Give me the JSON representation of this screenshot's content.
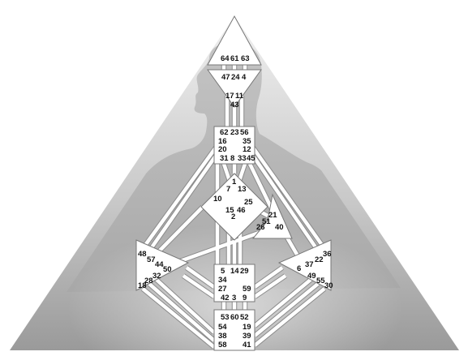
{
  "diagram": {
    "colors": {
      "background": "#ffffff",
      "pyramid_top": "#eeeeee",
      "pyramid_bottom": "#9a9a9a",
      "silhouette": "#b9b9b9",
      "center_fill": "#ffffff",
      "channel": "#ffffff"
    },
    "centers": [
      {
        "id": "head",
        "shape": "triangle-up",
        "gates": [
          "64",
          "61",
          "63"
        ]
      },
      {
        "id": "ajna",
        "shape": "triangle-down",
        "gates": [
          "47",
          "24",
          "4",
          "17",
          "11",
          "43"
        ]
      },
      {
        "id": "throat",
        "shape": "square",
        "gates": [
          "62",
          "23",
          "56",
          "16",
          "35",
          "20",
          "12",
          "31",
          "8",
          "33",
          "45"
        ]
      },
      {
        "id": "g-center",
        "shape": "diamond",
        "gates": [
          "1",
          "7",
          "13",
          "10",
          "25",
          "15",
          "46",
          "2"
        ]
      },
      {
        "id": "heart",
        "shape": "triangle",
        "gates": [
          "21",
          "51",
          "26",
          "40"
        ]
      },
      {
        "id": "spleen",
        "shape": "triangle-left",
        "gates": [
          "48",
          "57",
          "44",
          "50",
          "32",
          "28",
          "18"
        ]
      },
      {
        "id": "solar-plexus",
        "shape": "triangle-right",
        "gates": [
          "36",
          "22",
          "37",
          "6",
          "49",
          "55",
          "30"
        ]
      },
      {
        "id": "sacral",
        "shape": "square",
        "gates": [
          "5",
          "14",
          "29",
          "34",
          "27",
          "59",
          "42",
          "3",
          "9"
        ]
      },
      {
        "id": "root",
        "shape": "square",
        "gates": [
          "53",
          "60",
          "52",
          "54",
          "19",
          "38",
          "39",
          "58",
          "41"
        ]
      }
    ]
  }
}
